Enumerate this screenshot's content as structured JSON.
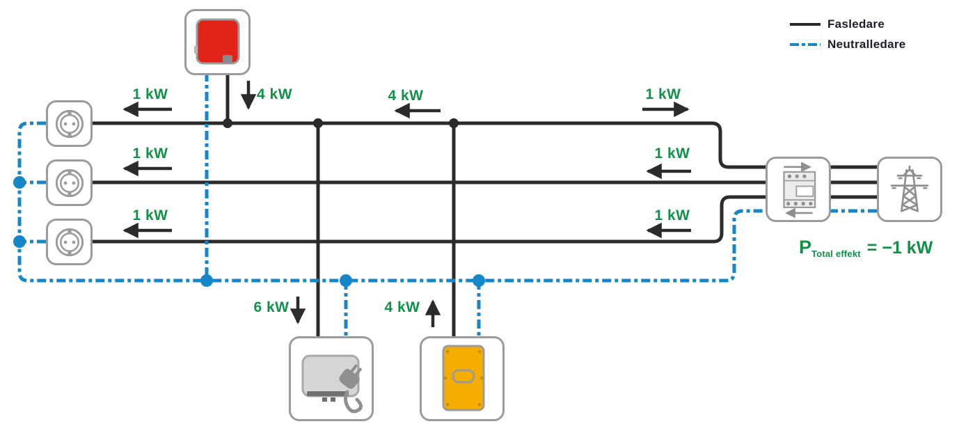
{
  "legend": {
    "phase": {
      "label": "Fasledare",
      "color": "#2b2b2b",
      "style": "solid"
    },
    "neutral": {
      "label": "Neutralledare",
      "color": "#1587c8",
      "style": "dash-dot"
    }
  },
  "flows": {
    "outlet_top": {
      "value": "1 kW",
      "direction": "left"
    },
    "outlet_middle": {
      "value": "1 kW",
      "direction": "left"
    },
    "outlet_bottom": {
      "value": "1 kW",
      "direction": "left"
    },
    "pv_inverter": {
      "value": "4 kW",
      "direction": "down"
    },
    "bus_center": {
      "value": "4 kW",
      "direction": "left"
    },
    "grid_phase1": {
      "value": "1 kW",
      "direction": "right"
    },
    "grid_phase2": {
      "value": "1 kW",
      "direction": "left"
    },
    "grid_phase3": {
      "value": "1 kW",
      "direction": "left"
    },
    "ev_charger": {
      "value": "6 kW",
      "direction": "down"
    },
    "battery": {
      "value": "4 kW",
      "direction": "up"
    }
  },
  "total": {
    "symbol": "P",
    "subscript": "Total effekt",
    "equals_value": "= −1 kW"
  },
  "devices": {
    "outlets": "wall socket (x3)",
    "pv_inverter": "red appliance box",
    "ev_charger": "charger with plug",
    "battery": "yellow battery inverter",
    "meter": "energy meter",
    "grid": "transmission tower"
  },
  "icons": {
    "socket-icon": "schuko circle with two pin holes",
    "pv-inverter-icon": "red rounded square",
    "ev-charger-icon": "grey box with plug and cable",
    "battery-icon": "yellow rounded cabinet",
    "meter-icon": "terminal block with display and arrows",
    "grid-icon": "lattice transmission tower",
    "flow-arrow-icon": "solid black arrow"
  },
  "colors": {
    "phase_wire": "#2b2b2b",
    "neutral_wire": "#1587c8",
    "flow_label": "#0f9247",
    "pv_red": "#e2231a",
    "battery_yellow": "#f5ae00",
    "icon_grey": "#9b9b9b"
  }
}
